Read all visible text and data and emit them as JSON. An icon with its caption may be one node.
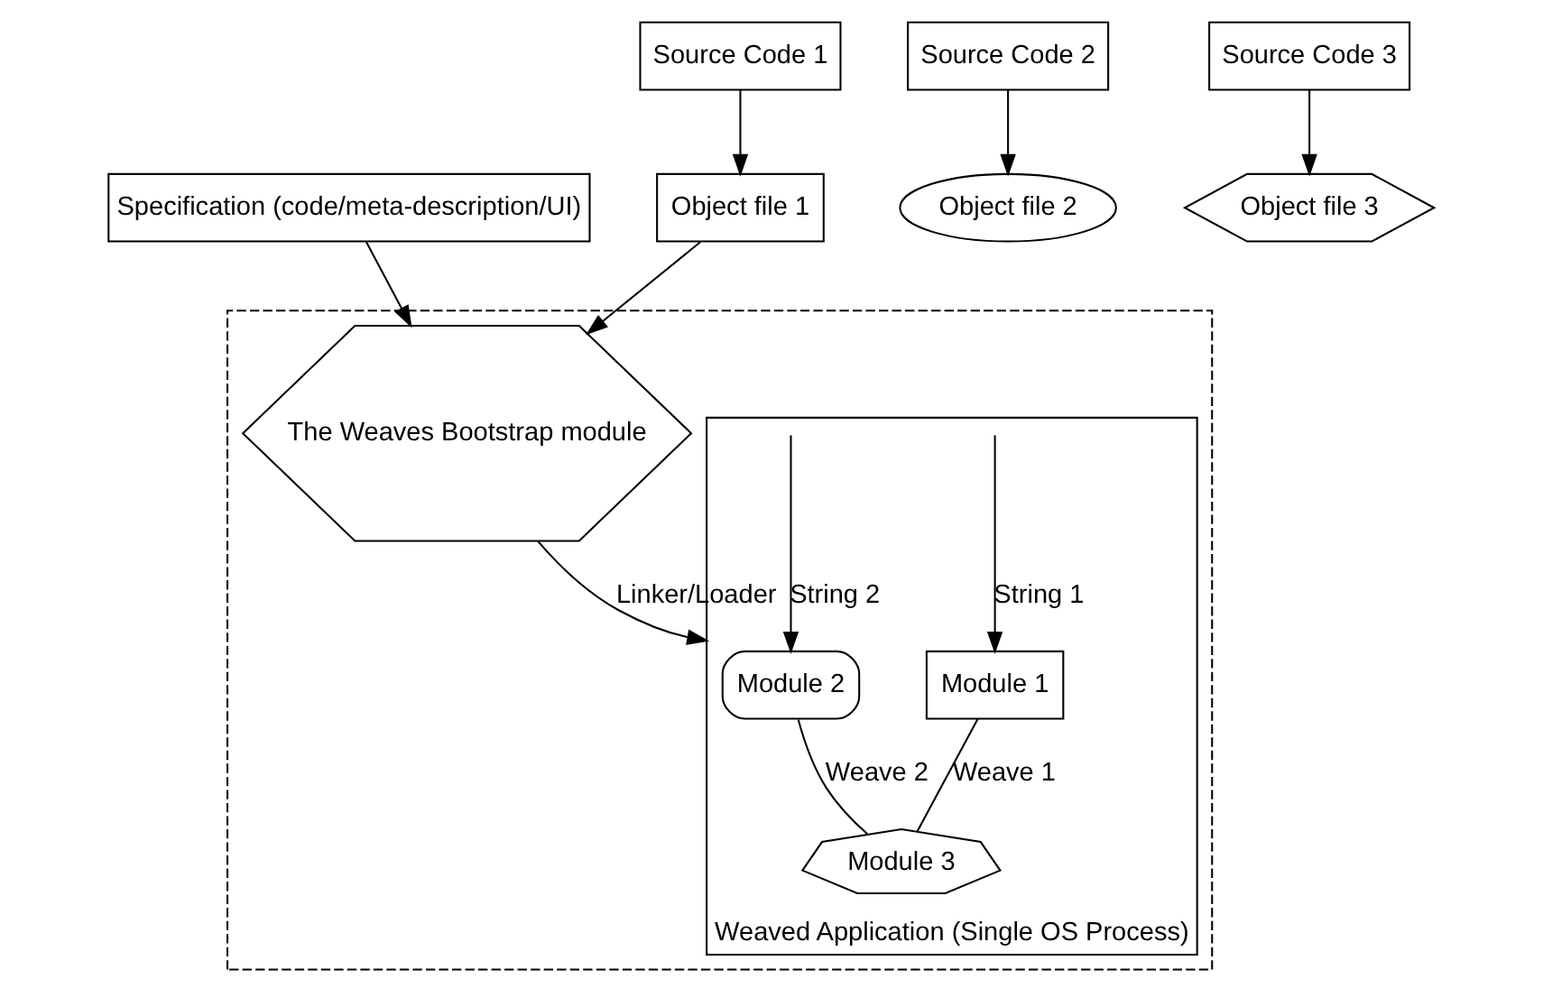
{
  "diagram": {
    "nodes": [
      {
        "text": [],
        "shape": "box"
      },
      {
        "text": [
          "The Weaves Bootstrap module"
        ],
        "in": 0
      },
      {
        "text": [
          "Weaved Application (Single OS Process)"
        ],
        "in": 0
      },
      {
        "text": [
          "Module 1"
        ],
        "in": 2
      },
      {
        "text": [
          "Module 2"
        ],
        "in": 2
      },
      {
        "text": [
          "Module 3"
        ],
        "in": 2
      },
      {
        "text": [
          "Specification (code/meta-description/UI)"
        ]
      },
      {
        "text": [
          "Object file 1"
        ]
      },
      {
        "text": [
          "Source Code 1"
        ]
      },
      {
        "text": [
          "Object file 2"
        ]
      },
      {
        "text": [
          "Source Code 2"
        ]
      },
      {
        "text": [
          "Object file 3"
        ]
      },
      {
        "text": [
          "Source Code 3"
        ]
      }
    ],
    "edges": [
      {
        "from": 6,
        "to": 1,
        "arrow": "to"
      },
      {
        "from": 7,
        "to": 1,
        "arrow": "to"
      },
      {
        "from": 8,
        "to": 7,
        "arrow": "to"
      },
      {
        "from": 10,
        "to": 9,
        "arrow": "to"
      },
      {
        "from": 12,
        "to": 11,
        "arrow": "to"
      },
      {
        "from": 1,
        "to": 2,
        "arrow": "to",
        "label": "Linker/Loader"
      },
      {
        "from": null,
        "to": 3,
        "arrow": "to",
        "label": "String 1"
      },
      {
        "from": null,
        "to": 4,
        "arrow": "to",
        "label": "String 2"
      },
      {
        "from": 3,
        "to": 5,
        "arrow": "none",
        "label": "Weave 1"
      },
      {
        "from": 4,
        "to": 5,
        "arrow": "none",
        "label": "Weave 2"
      }
    ]
  }
}
